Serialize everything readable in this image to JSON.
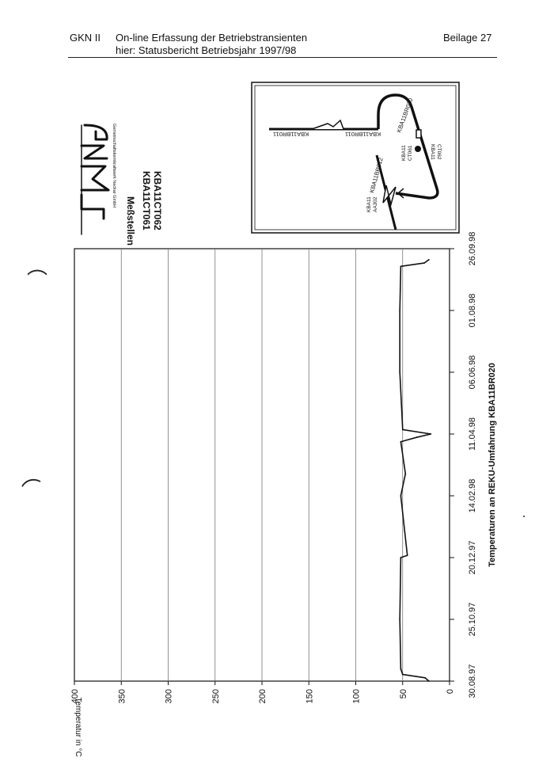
{
  "header": {
    "left": "GKN II",
    "title": "On-line Erfassung der Betriebstransienten",
    "subtitle": "hier: Statusbericht Betriebsjahr 1997/98",
    "right": "Beilage 27"
  },
  "logo": {
    "caption": "Gemeinschaftskernkraftwerk Neckar GmbH"
  },
  "legend": {
    "title": "Meßstellen",
    "items": [
      "KBA11CT061",
      "KBA11CT062"
    ]
  },
  "diagram": {
    "labels": {
      "br011_top": "KBA11BR011",
      "br011_bottom": "KBA11BR011",
      "br020": "KBA11BR020",
      "br012": "KBA11BR012",
      "valve": [
        "KBA11",
        "AA302"
      ],
      "ct061": [
        "KBA11",
        "CT061"
      ],
      "ct062": [
        "KBA11",
        "CT062"
      ]
    }
  },
  "chart_data": {
    "type": "line",
    "title": "Temperaturen an REKU-Umfahrung KBA11BR020",
    "xlabel": "",
    "ylabel": "Temperatur in °C",
    "ylim": [
      0,
      400
    ],
    "yticks": [
      0,
      50,
      100,
      150,
      200,
      250,
      300,
      350,
      400
    ],
    "xlim": [
      "30.08.97",
      "26.09.98"
    ],
    "xticks": [
      "30.08.97",
      "25.10.97",
      "20.12.97",
      "14.02.98",
      "11.04.98",
      "06.06.98",
      "01.08.98",
      "26.09.98"
    ],
    "grid": true,
    "series": [
      {
        "color": "#111111",
        "x": [
          "30.08.97",
          "02.09.97",
          "05.09.97",
          "10.09.97",
          "25.10.97",
          "20.12.97",
          "22.12.97",
          "14.02.98",
          "06.03.98",
          "04.04.98",
          "08.04.98",
          "11.04.98",
          "15.04.98",
          "06.06.98",
          "01.08.98",
          "10.09.98",
          "13.09.98",
          "16.09.98"
        ],
        "values": [
          22,
          26,
          50,
          52,
          53,
          52,
          45,
          52,
          47,
          52,
          35,
          20,
          50,
          53,
          53,
          52,
          27,
          22
        ]
      }
    ]
  }
}
